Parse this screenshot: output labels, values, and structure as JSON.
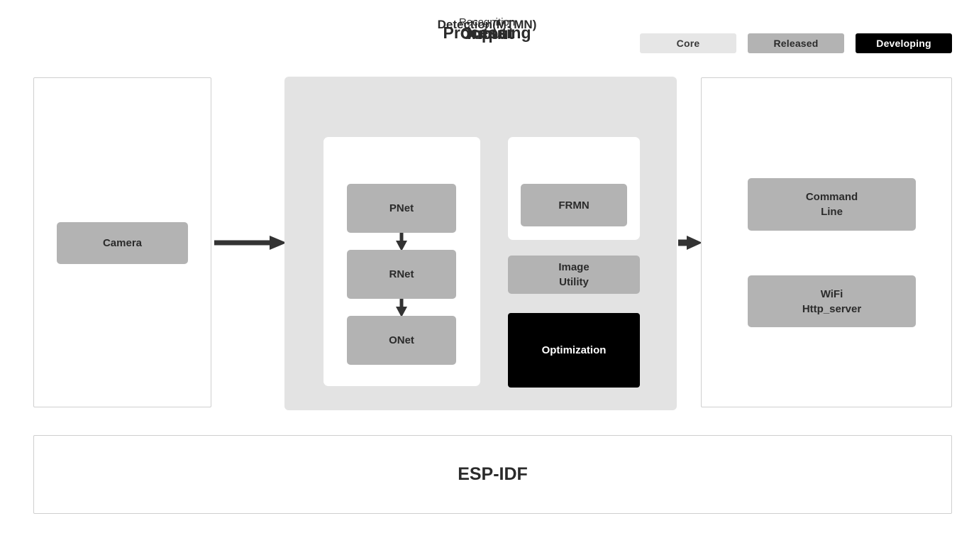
{
  "legend": {
    "items": [
      {
        "label": "Core",
        "color": "#e6e6e6"
      },
      {
        "label": "Released",
        "color": "#b3b3b3"
      },
      {
        "label": "Developing",
        "color": "#000000"
      }
    ]
  },
  "input": {
    "title": "Input",
    "nodes": [
      {
        "label": "Camera",
        "status": "Released"
      }
    ]
  },
  "processing": {
    "title": "Processing",
    "detection": {
      "title": "Detection(MTMN)",
      "nodes": [
        {
          "label": "PNet",
          "status": "Released"
        },
        {
          "label": "RNet",
          "status": "Released"
        },
        {
          "label": "ONet",
          "status": "Released"
        }
      ]
    },
    "recognition": {
      "title": "Recognition",
      "nodes": [
        {
          "label": "FRMN",
          "status": "Released"
        }
      ]
    },
    "extras": [
      {
        "label": "Image\nUtility",
        "status": "Released"
      },
      {
        "label": "Optimization",
        "status": "Developing"
      }
    ]
  },
  "output": {
    "title": "Output",
    "nodes": [
      {
        "label": "Command\nLine",
        "status": "Released"
      },
      {
        "label": "WiFi\nHttp_server",
        "status": "Released"
      }
    ]
  },
  "foundation": {
    "label": "ESP-IDF"
  },
  "colors": {
    "core": "#e6e6e6",
    "released": "#b3b3b3",
    "developing": "#000000",
    "panel_fill": "#e3e3e3",
    "panel_border": "#cfcfcf",
    "arrow": "#333333",
    "text": "#2b2b2b"
  },
  "flow": {
    "arrows": [
      {
        "from": "Input",
        "to": "Processing",
        "direction": "right"
      },
      {
        "from": "Processing",
        "to": "Output",
        "direction": "right"
      },
      {
        "from": "PNet",
        "to": "RNet",
        "direction": "down"
      },
      {
        "from": "RNet",
        "to": "ONet",
        "direction": "down"
      }
    ]
  }
}
